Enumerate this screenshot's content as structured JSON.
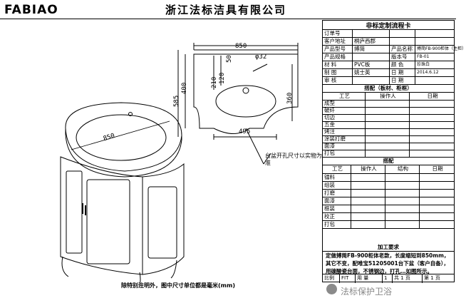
{
  "header": {
    "logo": "FABIAO",
    "company": "浙江法标洁具有限公司"
  },
  "drawing": {
    "dims": {
      "top_width": "850",
      "hole_dia": "φ32",
      "d_210": "210",
      "d_120": "120",
      "d_50": "50",
      "d_400": "400",
      "d_585": "585",
      "d_360": "360",
      "d_495": "495",
      "d_850_diag": "850"
    },
    "callout": "台盆开孔尺寸以实物为准",
    "note": "除特别注明外，图中尺寸单位都是毫米(mm)"
  },
  "card": {
    "title": "非标定制流程卡",
    "info_rows": [
      {
        "label": "订单号",
        "value": "",
        "label2": "",
        "value2": ""
      },
      {
        "label": "客户地址",
        "value": "桐庐西郡",
        "label2": "",
        "value2": ""
      },
      {
        "label": "产品型号",
        "value": "搏简",
        "label2": "产品名称",
        "value2": "搏简FB-900柜体（主柜）"
      },
      {
        "label": "产品规格",
        "value": "",
        "label2": "版本号",
        "value2": "FB-01"
      },
      {
        "label": "材  料",
        "value": "PVC板",
        "label2": "颜 色",
        "value2": "珍珠白"
      },
      {
        "label": "制  图",
        "value": "姚士英",
        "label2": "日 期",
        "value2": "2014.6.12"
      },
      {
        "label": "审  核",
        "value": "",
        "label2": "日 期",
        "value2": ""
      }
    ],
    "section1": "搭配（板材、柜框）",
    "process_header": [
      "工艺",
      "操作人",
      "日期"
    ],
    "process1": [
      "成型",
      "破纤",
      "切边",
      "五金",
      "烤注",
      "涂装打磨",
      "面漆",
      "打包"
    ],
    "section2": "搭配",
    "process_header2": [
      "工艺",
      "操作人",
      "结构",
      "日期"
    ],
    "process2": [
      "镭料",
      "组装",
      "打磨",
      "面漆",
      "框装",
      "校正",
      "打包"
    ],
    "section3": "加工要求",
    "description": "定做搏简FB-900柜体老款，长度缩短到850mm，其它不变，配唯宝51205001台下盆（客户自备），用碳酸瓷台面，不锈钢边，打孔…如图所示。",
    "footer": [
      "比例",
      "FIT",
      "用 量",
      "1",
      "共 1 页",
      "第 1 页"
    ]
  },
  "watermark": "法标保护卫浴"
}
